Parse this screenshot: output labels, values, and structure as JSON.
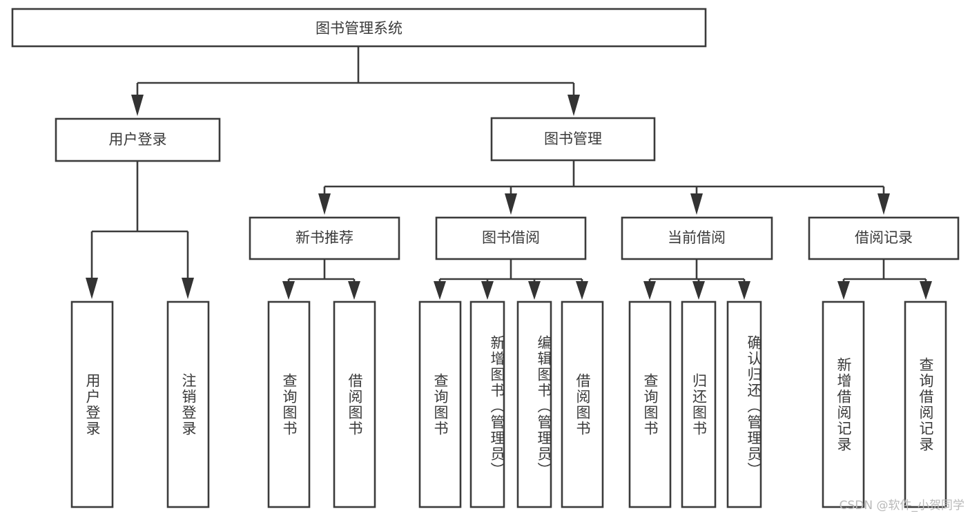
{
  "diagram": {
    "title": "图书管理系统",
    "watermark": "CSDN @软件_小贺同学",
    "colors": {
      "box_stroke": "#3b3b3b",
      "box_fill": "#ffffff",
      "text": "#3a3a3a",
      "connector": "#3b3b3b",
      "watermark": "#b9b9b9",
      "background": "#ffffff"
    },
    "root": {
      "label": "图书管理系统"
    },
    "level2": [
      {
        "label": "用户登录"
      },
      {
        "label": "图书管理"
      }
    ],
    "level3": [
      {
        "label": "新书推荐"
      },
      {
        "label": "图书借阅"
      },
      {
        "label": "当前借阅"
      },
      {
        "label": "借阅记录"
      }
    ],
    "leaves": {
      "user_login": [
        {
          "label": "用户登录"
        },
        {
          "label": "注销登录"
        }
      ],
      "new_book_recommend": [
        {
          "label": "查询图书"
        },
        {
          "label": "借阅图书"
        }
      ],
      "book_borrow": [
        {
          "label": "查询图书"
        },
        {
          "label": "新增图书（管理员）"
        },
        {
          "label": "编辑图书（管理员）"
        },
        {
          "label": "借阅图书"
        }
      ],
      "current_borrow": [
        {
          "label": "查询图书"
        },
        {
          "label": "归还图书"
        },
        {
          "label": "确认归还（管理员）"
        }
      ],
      "borrow_record": [
        {
          "label": "新增借阅记录"
        },
        {
          "label": "查询借阅记录"
        }
      ]
    }
  }
}
